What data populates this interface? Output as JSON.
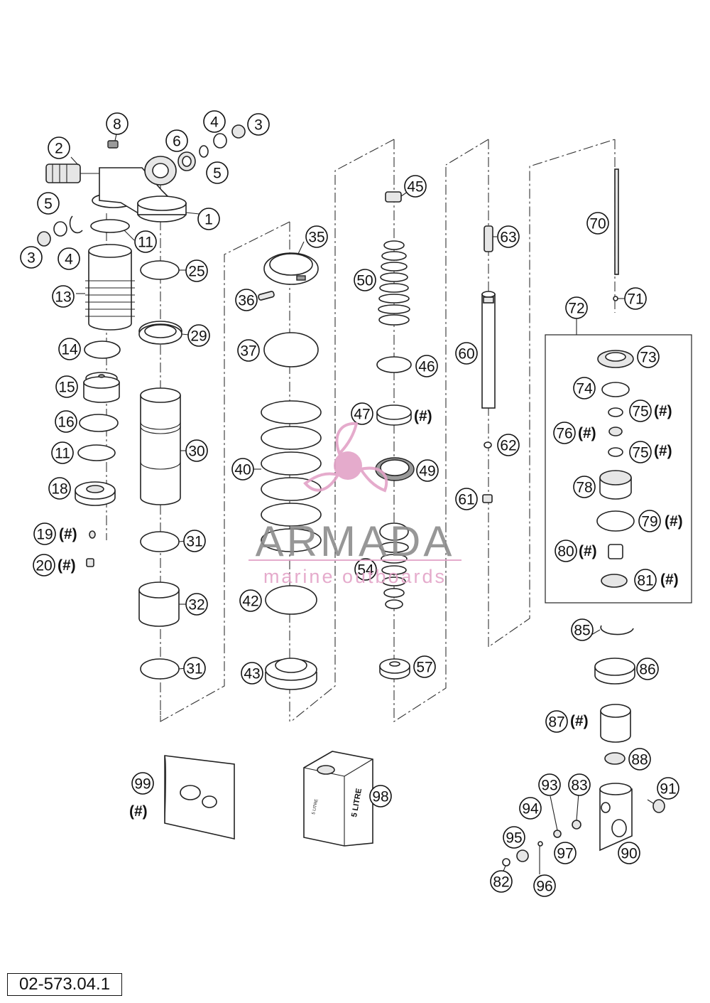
{
  "diagram_ref": "02-573.04.1",
  "watermark": {
    "brand": "ARMADA",
    "tagline": "marine outboards",
    "color_brand": "#888888",
    "color_accent": "#e3a3c7"
  },
  "hash_mark": "(#)",
  "callouts": [
    {
      "id": "c8",
      "num": "8"
    },
    {
      "id": "c4a",
      "num": "4"
    },
    {
      "id": "c3a",
      "num": "3"
    },
    {
      "id": "c2",
      "num": "2"
    },
    {
      "id": "c6",
      "num": "6"
    },
    {
      "id": "c5a",
      "num": "5"
    },
    {
      "id": "c5b",
      "num": "5"
    },
    {
      "id": "c1",
      "num": "1"
    },
    {
      "id": "c11a",
      "num": "11"
    },
    {
      "id": "c3b",
      "num": "3"
    },
    {
      "id": "c4b",
      "num": "4"
    },
    {
      "id": "c13",
      "num": "13"
    },
    {
      "id": "c25",
      "num": "25"
    },
    {
      "id": "c29",
      "num": "29"
    },
    {
      "id": "c14",
      "num": "14"
    },
    {
      "id": "c15",
      "num": "15"
    },
    {
      "id": "c16",
      "num": "16"
    },
    {
      "id": "c11b",
      "num": "11"
    },
    {
      "id": "c18",
      "num": "18"
    },
    {
      "id": "c19",
      "num": "19"
    },
    {
      "id": "c20",
      "num": "20"
    },
    {
      "id": "c30",
      "num": "30"
    },
    {
      "id": "c31a",
      "num": "31"
    },
    {
      "id": "c32",
      "num": "32"
    },
    {
      "id": "c31b",
      "num": "31"
    },
    {
      "id": "c35",
      "num": "35"
    },
    {
      "id": "c36",
      "num": "36"
    },
    {
      "id": "c37",
      "num": "37"
    },
    {
      "id": "c40",
      "num": "40"
    },
    {
      "id": "c42",
      "num": "42"
    },
    {
      "id": "c43",
      "num": "43"
    },
    {
      "id": "c45",
      "num": "45"
    },
    {
      "id": "c50",
      "num": "50"
    },
    {
      "id": "c46",
      "num": "46"
    },
    {
      "id": "c47",
      "num": "47"
    },
    {
      "id": "c49",
      "num": "49"
    },
    {
      "id": "c54",
      "num": "54"
    },
    {
      "id": "c57",
      "num": "57"
    },
    {
      "id": "c63",
      "num": "63"
    },
    {
      "id": "c60",
      "num": "60"
    },
    {
      "id": "c62",
      "num": "62"
    },
    {
      "id": "c61",
      "num": "61"
    },
    {
      "id": "c70",
      "num": "70"
    },
    {
      "id": "c71",
      "num": "71"
    },
    {
      "id": "c72",
      "num": "72"
    },
    {
      "id": "c73",
      "num": "73"
    },
    {
      "id": "c74",
      "num": "74"
    },
    {
      "id": "c75a",
      "num": "75"
    },
    {
      "id": "c76",
      "num": "76"
    },
    {
      "id": "c75b",
      "num": "75"
    },
    {
      "id": "c78",
      "num": "78"
    },
    {
      "id": "c79",
      "num": "79"
    },
    {
      "id": "c80",
      "num": "80"
    },
    {
      "id": "c81",
      "num": "81"
    },
    {
      "id": "c85",
      "num": "85"
    },
    {
      "id": "c86",
      "num": "86"
    },
    {
      "id": "c87",
      "num": "87"
    },
    {
      "id": "c88",
      "num": "88"
    },
    {
      "id": "c93",
      "num": "93"
    },
    {
      "id": "c83",
      "num": "83"
    },
    {
      "id": "c91",
      "num": "91"
    },
    {
      "id": "c94",
      "num": "94"
    },
    {
      "id": "c95",
      "num": "95"
    },
    {
      "id": "c97",
      "num": "97"
    },
    {
      "id": "c90",
      "num": "90"
    },
    {
      "id": "c82",
      "num": "82"
    },
    {
      "id": "c96",
      "num": "96"
    },
    {
      "id": "c99",
      "num": "99"
    },
    {
      "id": "c98",
      "num": "98"
    }
  ],
  "product_text": {
    "can_label": "5 LITRE",
    "can_side_label": "5 LITRE"
  }
}
